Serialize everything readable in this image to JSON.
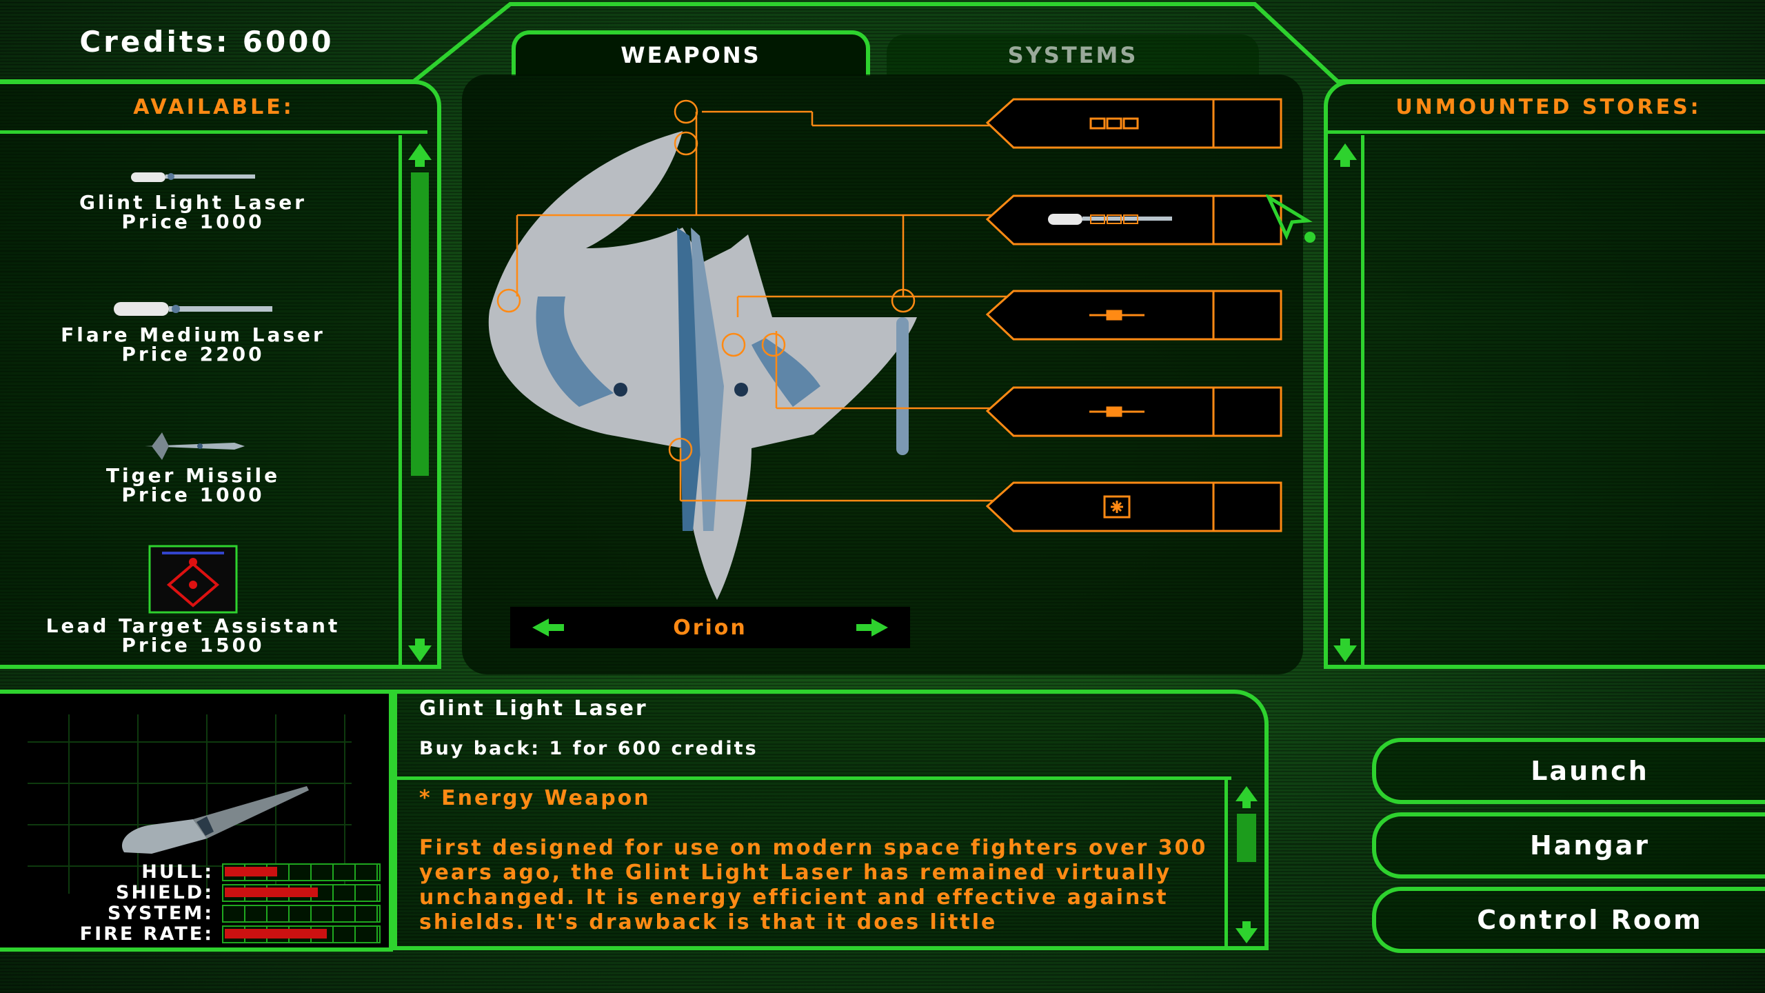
{
  "credits": {
    "label": "Credits:",
    "value": "6000"
  },
  "tabs": {
    "weapons": "WEAPONS",
    "systems": "SYSTEMS"
  },
  "available": {
    "header": "AVAILABLE:",
    "items": [
      {
        "name": "Glint Light Laser",
        "price": "Price 1000",
        "icon": "laser-icon"
      },
      {
        "name": "Flare Medium Laser",
        "price": "Price 2200",
        "icon": "laser-icon"
      },
      {
        "name": "Tiger Missile",
        "price": "Price 1000",
        "icon": "missile-icon"
      },
      {
        "name": "Lead Target Assistant",
        "price": "Price 1500",
        "icon": "targeting-icon"
      }
    ]
  },
  "unmounted": {
    "header": "UNMOUNTED STORES:"
  },
  "ship": {
    "name": "Orion"
  },
  "selected": {
    "name": "Glint Light Laser",
    "buyback": "Buy back: 1 for 600 credits",
    "category": "* Energy Weapon",
    "description": "First designed for use on modern space fighters over 300 years ago, the Glint Light Laser has remained virtually unchanged. It is energy efficient and effective against shields. It's drawback is that it does little"
  },
  "stats": [
    {
      "label": "HULL:",
      "value": 0.35
    },
    {
      "label": "SHIELD:",
      "value": 0.62
    },
    {
      "label": "SYSTEM:",
      "value": 0.0
    },
    {
      "label": "FIRE RATE:",
      "value": 0.68
    }
  ],
  "menu": {
    "launch": "Launch",
    "hangar": "Hangar",
    "control_room": "Control Room"
  },
  "colors": {
    "frame": "#2ed22e",
    "accent": "#ff8a14",
    "stat_fill": "#cc1111"
  }
}
